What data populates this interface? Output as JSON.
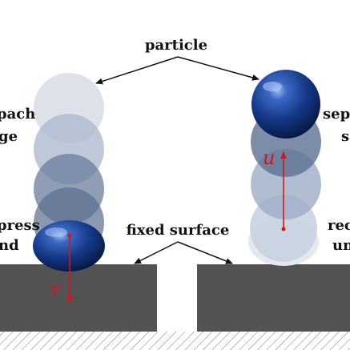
{
  "labels": {
    "particle": "particle",
    "fixed_surface": "fixed surface",
    "approach_line1": "pach",
    "approach_line2": "ge",
    "compress_line1": "press",
    "compress_line2": "nd",
    "separate_line1": "sepa",
    "separate_line2": "s",
    "recover_line1": "rec",
    "recover_line2": "un"
  },
  "velocity": {
    "incoming": "v",
    "outgoing": "u"
  },
  "colors": {
    "surface": "#535353",
    "particle_dark": "#0d2f79",
    "particle_highlight": "#7ea6ea",
    "arrow": "#d8141e",
    "ghost_light": "#d6dce6",
    "ghost_mid": "#9faec6",
    "ghost_dark": "#5d7191"
  }
}
